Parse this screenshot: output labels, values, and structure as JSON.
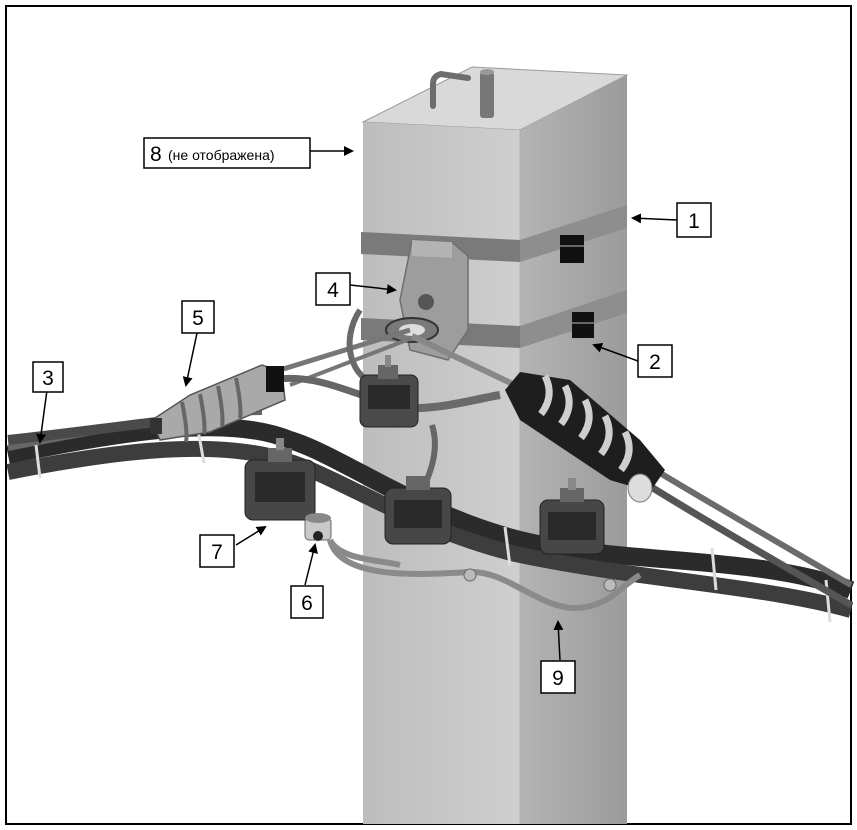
{
  "callouts": [
    {
      "id": "1",
      "text": "1"
    },
    {
      "id": "2",
      "text": "2"
    },
    {
      "id": "3",
      "text": "3"
    },
    {
      "id": "4",
      "text": "4"
    },
    {
      "id": "5",
      "text": "5"
    },
    {
      "id": "6",
      "text": "6"
    },
    {
      "id": "7",
      "text": "7"
    },
    {
      "id": "8",
      "text": "8",
      "note": "(не отображена)"
    },
    {
      "id": "9",
      "text": "9"
    }
  ],
  "colors": {
    "pole_front": "#c4c4c4",
    "pole_side": "#a8a8a8",
    "pole_top": "#d6d6d6",
    "band": "#7f7f7f",
    "cable_dark": "#3a3a3a",
    "cable_mid": "#858585",
    "clamp": "#4a4a4a",
    "insulator": "#b8b8b8"
  },
  "icons": [
    "pole",
    "steel-band",
    "bracket",
    "tension-clamp",
    "suspension-clamp",
    "piercing-connector",
    "cable-bundle",
    "grounding-wire",
    "arrow"
  ]
}
